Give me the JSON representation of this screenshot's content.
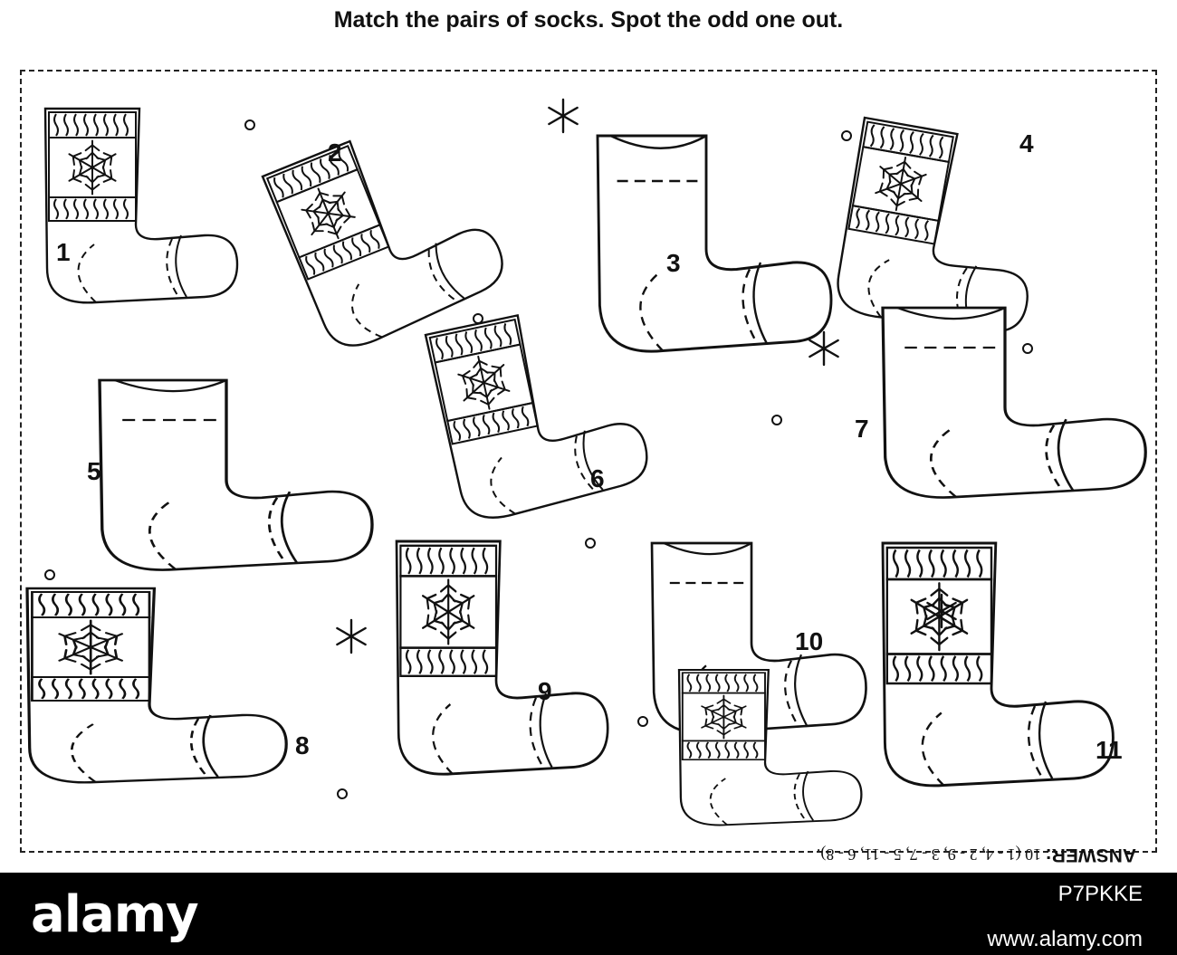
{
  "header": {
    "title": "Match the pairs of socks. Spot the odd one out."
  },
  "puzzle": {
    "socks": [
      {
        "number": "1"
      },
      {
        "number": "2"
      },
      {
        "number": "3"
      },
      {
        "number": "4"
      },
      {
        "number": "5"
      },
      {
        "number": "6"
      },
      {
        "number": "7"
      },
      {
        "number": "8"
      },
      {
        "number": "9"
      },
      {
        "number": "10"
      },
      {
        "number": "11"
      }
    ],
    "answer_label": "ANSWER:",
    "answer_text": "10 (1 - 4, 2 - 9, 3 - 7, 5 - 11, 6 - 8)."
  },
  "footer": {
    "brand": "alamy",
    "image_id": "P7PKKE",
    "site": "www.alamy.com"
  }
}
